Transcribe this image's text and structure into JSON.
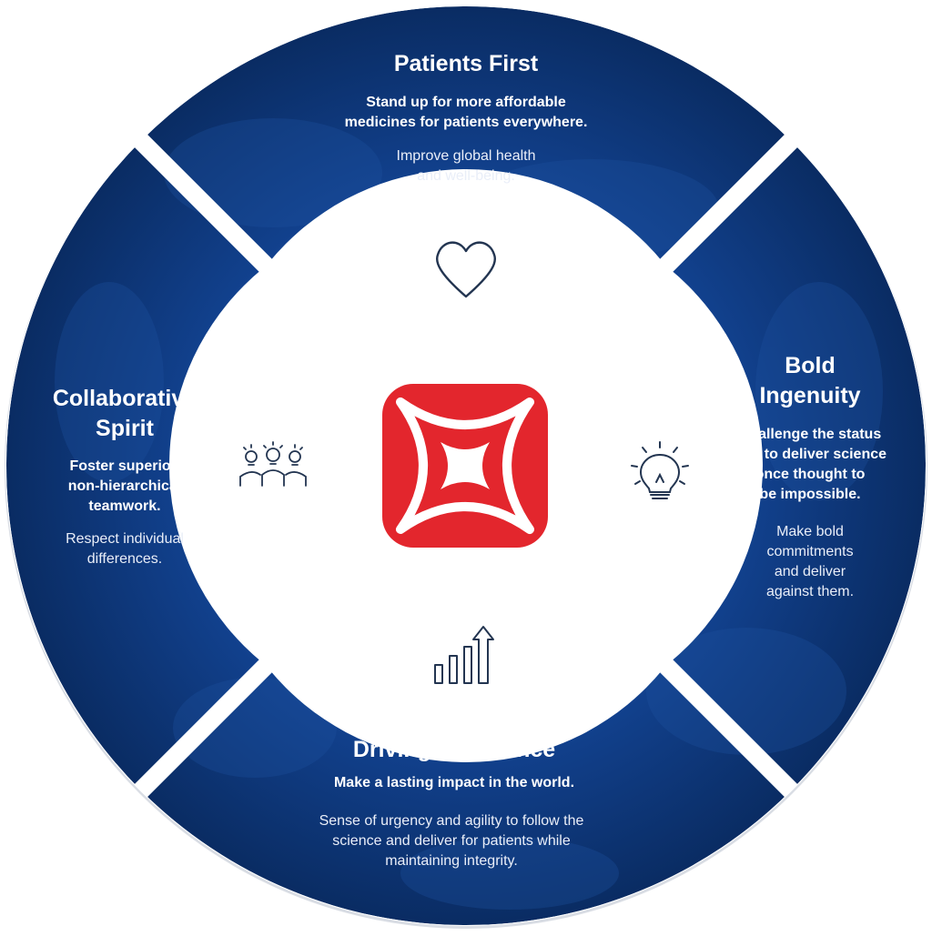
{
  "colors": {
    "ring_blue": "#0f3a7e",
    "ring_blue_dark": "#0a2c63",
    "logo_red": "#e3262d",
    "icon_stroke": "#233551"
  },
  "logo": {
    "name": "red-four-point-star-logo"
  },
  "segments": {
    "top": {
      "title": "Patients First",
      "bold": "Stand up for more affordable\nmedicines for patients everywhere.",
      "body": "Improve global health\nand well-being.",
      "icon": "heart-icon"
    },
    "right": {
      "title": "Bold\nIngenuity",
      "bold": "Challenge the status\nquo to deliver science\nonce thought to\nbe impossible.",
      "body": "Make bold\ncommitments\nand deliver\nagainst them.",
      "icon": "lightbulb-icon"
    },
    "bottom": {
      "title": "Driving Excellence",
      "bold": "Make a lasting impact in the world.",
      "body": "Sense of urgency and agility to follow the\nscience and deliver for patients while\nmaintaining integrity.",
      "icon": "rising-bar-chart-icon"
    },
    "left": {
      "title": "Collaborative\nSpirit",
      "bold": "Foster superior,\nnon-hierarchical\nteamwork.",
      "body": "Respect individual\ndifferences.",
      "icon": "team-ideas-icon"
    }
  }
}
